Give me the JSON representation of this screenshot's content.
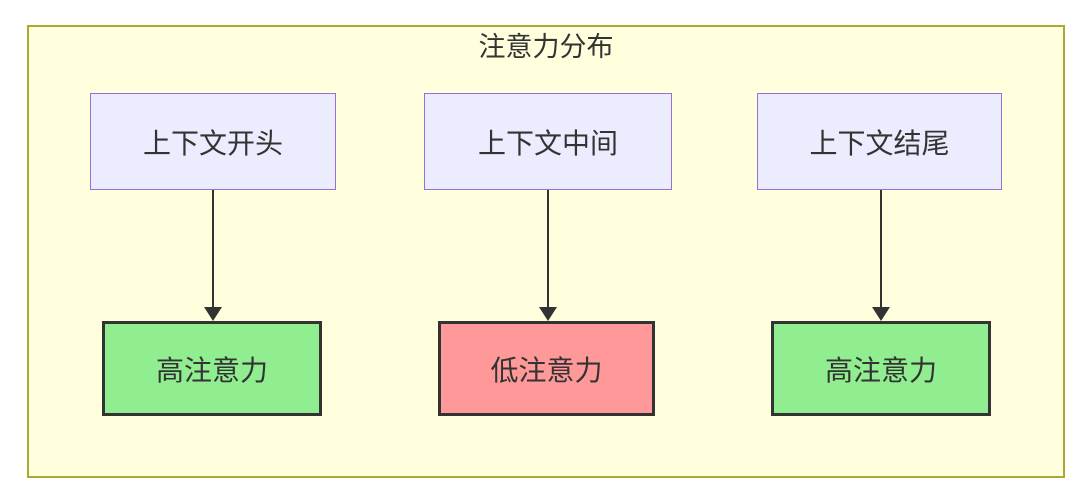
{
  "diagram": {
    "title": "注意力分布",
    "type": "flowchart",
    "columns": [
      {
        "top": {
          "label": "上下文开头"
        },
        "bottom": {
          "label": "高注意力",
          "type": "high"
        }
      },
      {
        "top": {
          "label": "上下文中间"
        },
        "bottom": {
          "label": "低注意力",
          "type": "low"
        }
      },
      {
        "top": {
          "label": "上下文结尾"
        },
        "bottom": {
          "label": "高注意力",
          "type": "high"
        }
      }
    ]
  },
  "colors": {
    "container_fill": "#ffffde",
    "container_border": "#aaaa33",
    "source_fill": "#ECECFF",
    "source_border": "#9370DB",
    "high_fill": "#90EE90",
    "low_fill": "#FF9999",
    "result_border": "#333333",
    "arrow_color": "#333333",
    "text_color": "#333333"
  }
}
